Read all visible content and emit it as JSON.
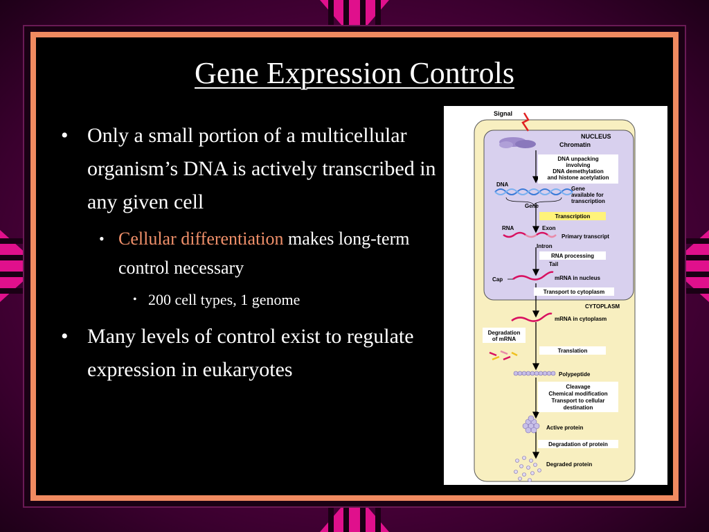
{
  "slide": {
    "title": "Gene Expression Controls"
  },
  "bullets": [
    {
      "level": 1,
      "text": "Only a small portion of a multicellular organism’s DNA is actively transcribed in any given cell"
    },
    {
      "level": 2,
      "highlight": "Cellular differentiation",
      "text": " makes long-term control necessary"
    },
    {
      "level": 3,
      "text": "200 cell types, 1 genome"
    },
    {
      "level": 1,
      "text": "Many levels of control exist to regulate expression in eukaryotes"
    }
  ],
  "diagram": {
    "signal": "Signal",
    "nucleus": "NUCLEUS",
    "chromatin": "Chromatin",
    "unpacking": [
      "DNA unpacking",
      "involving",
      "DNA demethylation",
      "and histone acetylation"
    ],
    "dna": "DNA",
    "gene_available": [
      "Gene",
      "available for",
      "transcription"
    ],
    "gene": "Gene",
    "transcription": "Transcription",
    "rna": "RNA",
    "exon": "Exon",
    "primary_transcript": "Primary transcript",
    "intron": "Intron",
    "rna_processing": "RNA processing",
    "tail": "Tail",
    "cap": "Cap",
    "mrna_nucleus": "mRNA in nucleus",
    "transport": "Transport to cytoplasm",
    "cytoplasm": "CYTOPLASM",
    "mrna_cytoplasm": "mRNA in cytoplasm",
    "degradation_mrna": [
      "Degradation",
      "of mRNA"
    ],
    "translation": "Translation",
    "polypeptide": "Polypeptide",
    "modification": [
      "Cleavage",
      "Chemical modification",
      "Transport to cellular",
      "destination"
    ],
    "active_protein": "Active protein",
    "degradation_protein": "Degradation of protein",
    "degraded_protein": "Degraded protein"
  },
  "colors": {
    "background": "#5a0045",
    "frame": "#f08a60",
    "panel": "#000000",
    "text": "#ffffff",
    "highlight": "#f0906a",
    "ornament": "#e0108c",
    "nucleus_fill": "#d8d0ee",
    "cytoplasm_fill": "#f8efc0",
    "transcription_label": "#fff37a"
  }
}
